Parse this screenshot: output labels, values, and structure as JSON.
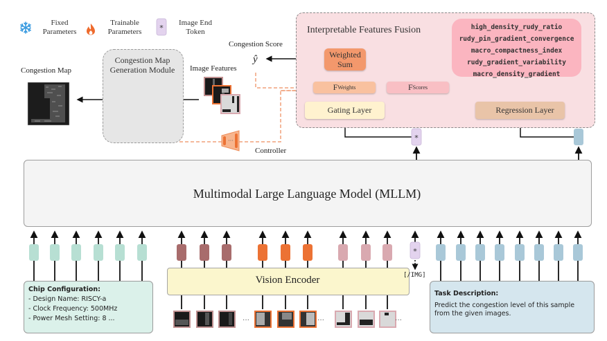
{
  "legend": {
    "fixed": {
      "icon": "snowflake-icon",
      "label_line1": "Fixed",
      "label_line2": "Parameters"
    },
    "trainable": {
      "icon": "flame-icon",
      "label_line1": "Trainable",
      "label_line2": "Parameters"
    },
    "image_end": {
      "icon": "asterisk-token-icon",
      "symbol": "*",
      "label_line1": "Image End",
      "label_line2": "Token"
    }
  },
  "top_left": {
    "congestion_map_label": "Congestion Map",
    "module_title_line1": "Congestion Map",
    "module_title_line2": "Generation Module",
    "ellipsis": "···",
    "image_features_label": "Image Features",
    "congestion_score_label": "Congestion Score",
    "y_hat": "ŷ",
    "controller_label": "Controller"
  },
  "iff": {
    "title": "Interpretable Features Fusion",
    "weighted_sum_line1": "Weighted",
    "weighted_sum_line2": "Sum",
    "f_weights": "F",
    "f_weights_sub": "Weights",
    "f_scores": "F",
    "f_scores_sub": "Scores",
    "gating_layer": "Gating Layer",
    "regression_layer": "Regression Layer",
    "features": [
      "high_density_rudy_ratio",
      "rudy_pin_gradient_convergence",
      "macro_compactness_index",
      "rudy_gradient_variability",
      "macro_density_gradient"
    ]
  },
  "mllm": {
    "label": "Multimodal Large Language Model (MLLM)"
  },
  "vision_encoder": {
    "label": "Vision Encoder"
  },
  "img_end_tag": "[/IMG]",
  "chip_config": {
    "title": "Chip Configuration:",
    "lines": [
      "- Design Name:  RISCY-a",
      "- Clock Frequency:  500MHz",
      "- Power Mesh Setting: 8 ..."
    ]
  },
  "task_description": {
    "title": "Task Description:",
    "lines": [
      "Predict the congestion level of this sample",
      "from the given images."
    ]
  },
  "ellipsis": "···",
  "colors": {
    "snowflake": "#3a9be0",
    "flame": "#ee6a2c",
    "text_token": "#b7dfd3",
    "image_token_dark": "#a86c6c",
    "image_token_orange": "#ec7234",
    "image_token_pink": "#d9a9b0",
    "end_token": "#e3d3ee",
    "task_token": "#a9c8d8"
  }
}
